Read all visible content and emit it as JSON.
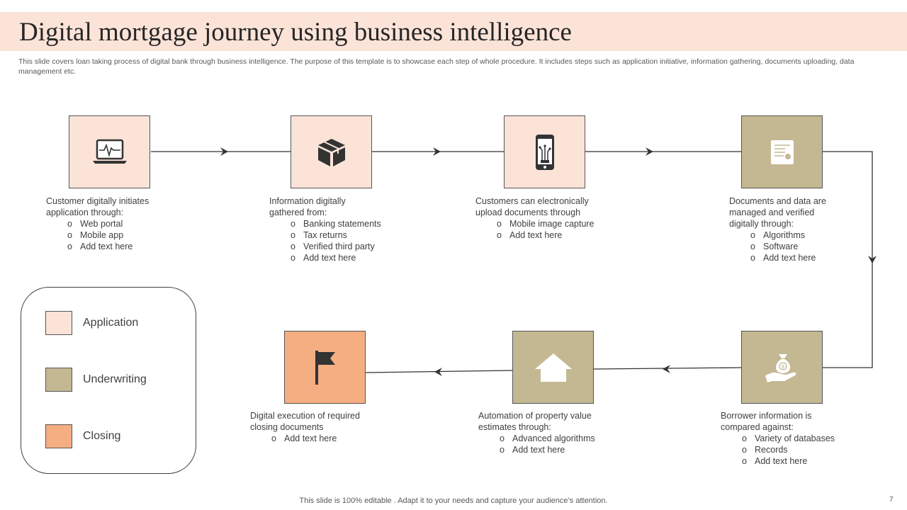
{
  "header": {
    "title": "Digital mortgage journey using business intelligence",
    "subtitle": "This slide covers loan taking process of digital bank through business intelligence. The purpose of this template is to showcase each step of whole procedure. It includes steps such as application initiative, information gathering, documents uploading, data management etc."
  },
  "colors": {
    "application": "#fbe3d8",
    "underwriting": "#c4b893",
    "closing": "#f4ae82"
  },
  "steps": [
    {
      "icon": "laptop-pulse-icon",
      "phase": "application",
      "intro": "Customer digitally initiates application through:",
      "bullets": [
        "Web portal",
        "Mobile app",
        "Add text here"
      ]
    },
    {
      "icon": "package-box-icon",
      "phase": "application",
      "intro": "Information  digitally gathered  from:",
      "bullets": [
        "Banking statements",
        "Tax returns",
        "Verified  third party",
        "Add text here"
      ]
    },
    {
      "icon": "smartphone-icon",
      "phase": "application",
      "intro": "Customers can electronically upload documents through",
      "bullets": [
        "Mobile image capture",
        "Add text here"
      ]
    },
    {
      "icon": "certificate-document-icon",
      "phase": "underwriting",
      "intro": "Documents and data are managed  and verified digitally through:",
      "bullets": [
        "Algorithms",
        "Software",
        "Add text here"
      ]
    },
    {
      "icon": "money-bag-hand-icon",
      "phase": "underwriting",
      "intro": "Borrower information is compared  against:",
      "bullets": [
        "Variety of databases",
        "Records",
        "Add text here"
      ]
    },
    {
      "icon": "house-icon",
      "phase": "underwriting",
      "intro": "Automation of property value estimates through:",
      "bullets": [
        "Advanced  algorithms",
        "Add text here"
      ]
    },
    {
      "icon": "flag-icon",
      "phase": "closing",
      "intro": "Digital execution of required closing documents",
      "bullets": [
        "Add text here"
      ]
    }
  ],
  "legend": [
    {
      "label": "Application",
      "key": "application"
    },
    {
      "label": "Underwriting",
      "key": "underwriting"
    },
    {
      "label": "Closing",
      "key": "closing"
    }
  ],
  "footer": {
    "text": "This slide is 100% editable . Adapt it to your needs and capture your audience’s attention.",
    "page": "7"
  }
}
